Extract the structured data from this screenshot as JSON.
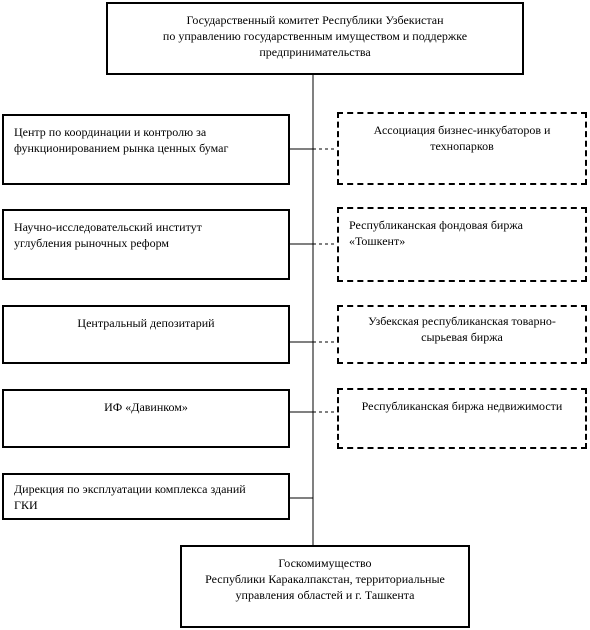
{
  "top": {
    "lines": [
      "Государственный комитет Республики Узбекистан",
      "по управлению государственным имуществом и поддержке",
      "предпринимательства"
    ]
  },
  "left_boxes": [
    {
      "lines": [
        "Центр по координации и контролю за",
        "функционированием рынка ценных бумаг"
      ]
    },
    {
      "lines": [
        "Научно-исследовательский институт",
        "углубления рыночных реформ"
      ]
    },
    {
      "lines": [
        "Центральный депозитарий"
      ]
    },
    {
      "lines": [
        "ИФ «Давинком»"
      ]
    },
    {
      "lines": [
        "Дирекция по эксплуатации комплекса зданий",
        "ГКИ"
      ]
    }
  ],
  "right_boxes": [
    {
      "lines": [
        "Ассоциация бизнес-инкубаторов и",
        "технопарков"
      ]
    },
    {
      "lines": [
        "Республиканская фондовая биржа",
        "«Тошкент»"
      ]
    },
    {
      "lines": [
        "Узбекская республиканская товарно-",
        "сырьевая биржа"
      ]
    },
    {
      "lines": [
        "Республиканская биржа недвижимости"
      ]
    }
  ],
  "bottom": {
    "lines": [
      "Госкомимущество",
      "Республики Каракалпакстан, территориальные",
      "управления областей и г. Ташкента"
    ]
  }
}
